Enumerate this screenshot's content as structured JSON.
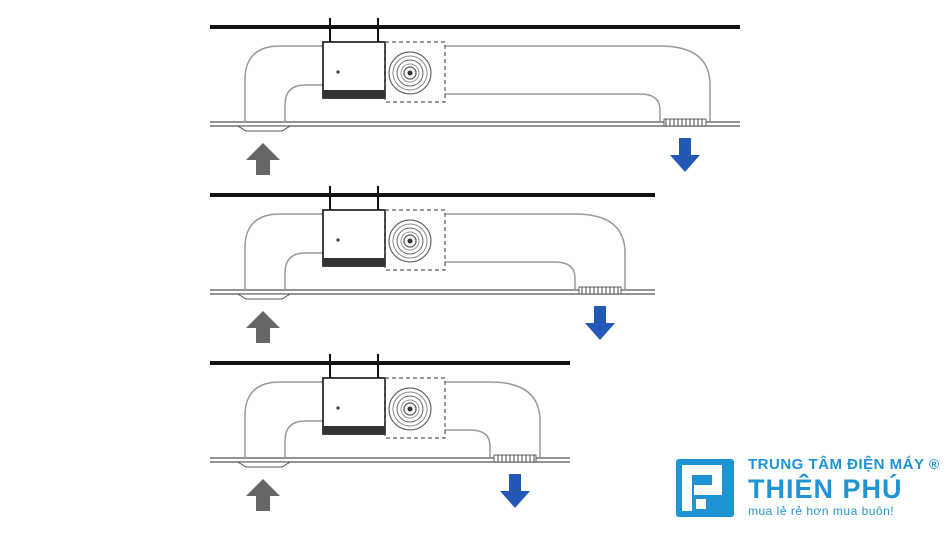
{
  "colors": {
    "line": "#111111",
    "duct": "#9a9a9a",
    "arrow_in": "#666666",
    "arrow_out": "#2458b7",
    "brand_blue": "#1f94d4",
    "brand_red": "#c8102e"
  },
  "installations": [
    {
      "label": "installation-1"
    },
    {
      "label": "installation-2"
    },
    {
      "label": "installation-3"
    }
  ],
  "logo": {
    "line1": "TRUNG TÂM ĐIỆN MÁY",
    "registered": "®",
    "line2": "THIÊN PHÚ",
    "tagline": "mua lẻ rẻ hơn mua buôn!"
  },
  "icons": {
    "intake_arrow": "arrow-up-icon",
    "outlet_arrow": "arrow-down-icon",
    "fan": "fan-icon",
    "logo": "thien-phu-logo-icon"
  }
}
